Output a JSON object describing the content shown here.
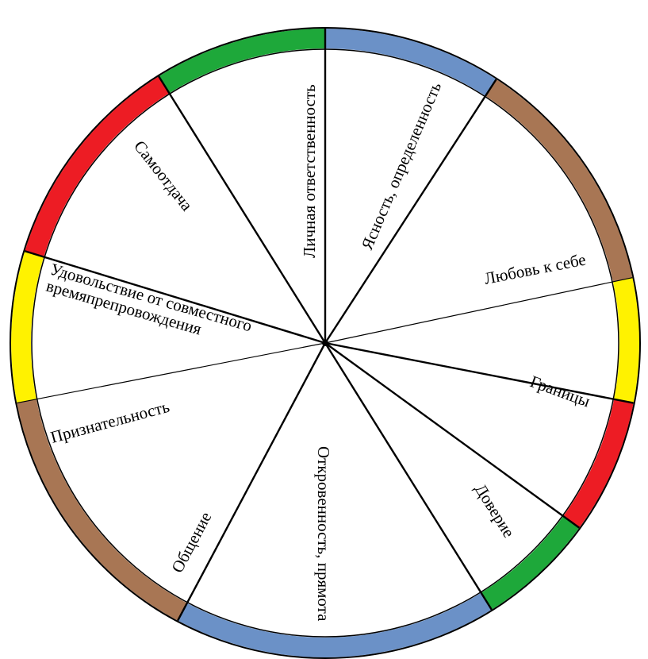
{
  "wheel": {
    "sectors": [
      {
        "id": "personal-responsibility",
        "label": "Личная ответственность",
        "color": "#6b91c7"
      },
      {
        "id": "clarity",
        "label": "Ясность, определенность",
        "color": "#a87654"
      },
      {
        "id": "self-love",
        "label": "Любовь к себе",
        "color": "#fff200"
      },
      {
        "id": "boundaries",
        "label": "Границы",
        "color": "#ed1c24"
      },
      {
        "id": "trust",
        "label": "Доверие",
        "color": "#1ea83a"
      },
      {
        "id": "openness",
        "label": "Откровенность, прямота",
        "color": "#6b91c7"
      },
      {
        "id": "communication",
        "label": "Общение",
        "color": "#a87654"
      },
      {
        "id": "gratitude",
        "label": "Признательность",
        "color": "#fff200"
      },
      {
        "id": "enjoyment",
        "label": [
          "Удовольствие от совместного",
          "времяпрепровождения"
        ],
        "color": "#ed1c24"
      },
      {
        "id": "self-giving",
        "label": "Самоотдача",
        "color": "#1ea83a"
      }
    ]
  }
}
